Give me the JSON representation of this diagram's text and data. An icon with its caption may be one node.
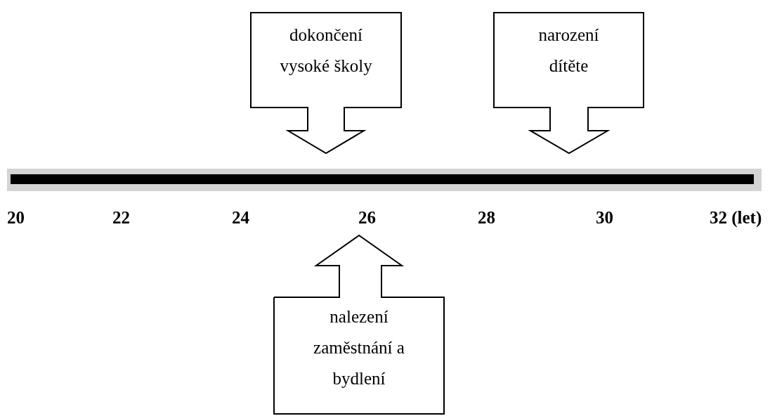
{
  "diagram": {
    "nodes": [
      {
        "text": [
          "dokončení vysoké školy"
        ]
      },
      {
        "text": [
          "narození dítěte"
        ]
      },
      {
        "text": [
          "nalezení zaměstnání a bydlení"
        ]
      }
    ],
    "labels": [
      "20",
      "22",
      "24",
      "26",
      "28",
      "30",
      "32 (let)"
    ]
  }
}
